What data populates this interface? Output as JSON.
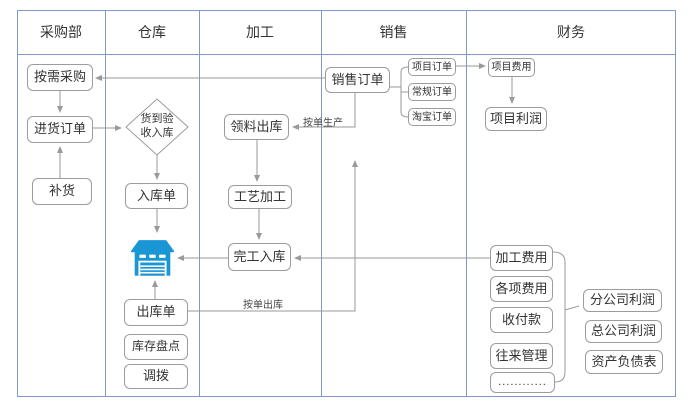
{
  "colors": {
    "lane_border": "#7f9ac6",
    "box_border": "#9c9c9c",
    "connector": "#9a9a9a",
    "icon_blue": "#1b96d5",
    "text": "#333333"
  },
  "lanes": [
    {
      "label": "采购部"
    },
    {
      "label": "仓库"
    },
    {
      "label": "加工"
    },
    {
      "label": "销售"
    },
    {
      "label": "财务"
    }
  ],
  "nodes": {
    "demand_purchase": "按需采购",
    "purchase_order": "进货订单",
    "replenish": "补货",
    "arrival_inspection": "货到验\n收入库",
    "inbound_order": "入库单",
    "outbound_order": "出库单",
    "stock_count": "库存盘点",
    "transfer": "调拨",
    "material_requisition": "领料出库",
    "process_machining": "工艺加工",
    "finished_inbound": "完工入库",
    "sales_order": "销售订单",
    "project_order": "项目订单",
    "regular_order": "常规订单",
    "taobao_order": "淘宝订单",
    "project_expense": "项目费用",
    "project_profit": "项目利润",
    "processing_expense": "加工费用",
    "various_expense": "各项费用",
    "payments": "收付款",
    "contact_management": "往来管理",
    "more_dots": "............",
    "branch_profit": "分公司利润",
    "hq_profit": "总公司利润",
    "balance_sheet": "资产负债表"
  },
  "edge_labels": {
    "by_order_production": "按单生产",
    "by_order_outbound": "按单出库"
  },
  "icons": {
    "warehouse": "warehouse-garage-icon"
  }
}
